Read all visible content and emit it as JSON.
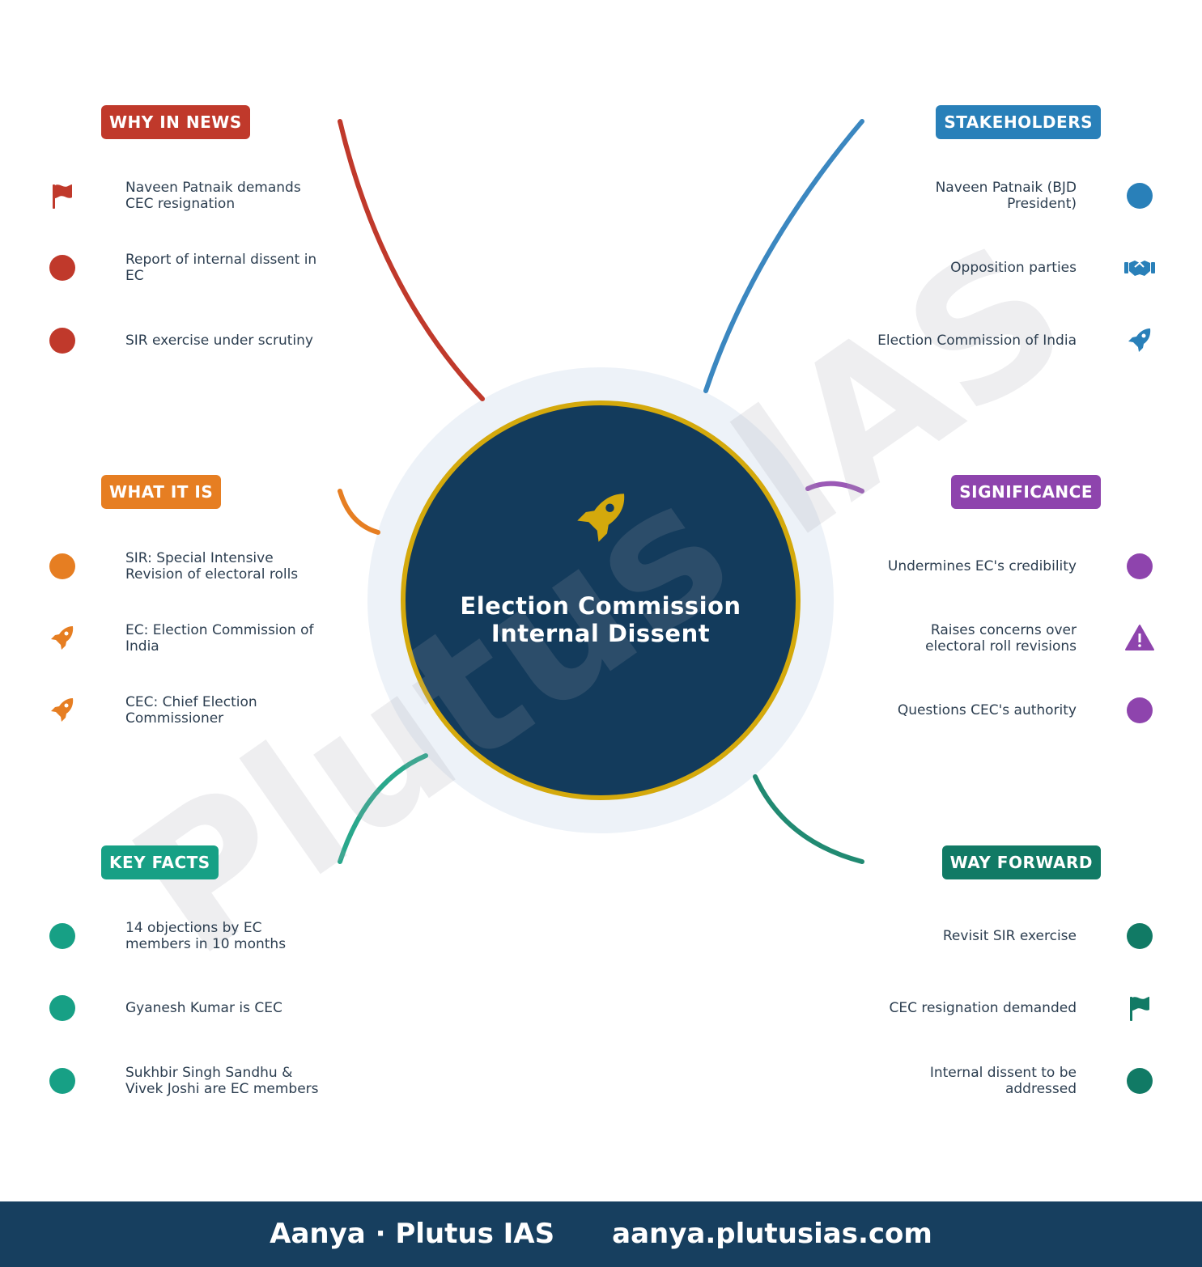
{
  "center": {
    "title": "Election Commission Internal Dissent",
    "icon": "rocket-icon"
  },
  "watermark": "Plutus IAS",
  "footer": {
    "left": "Aanya · Plutus IAS",
    "right": "aanya.plutusias.com"
  },
  "colors": {
    "center_fill": "#133b5c",
    "center_ring": "#d4a90c",
    "halo": "#edf2f8",
    "footer": "#173f5f"
  },
  "branches": [
    {
      "id": "why",
      "label": "WHY IN NEWS",
      "color": "#c0392b",
      "side": "left",
      "items": [
        {
          "text": "Naveen Patnaik demands CEC resignation",
          "icon": "flag-icon"
        },
        {
          "text": "Report of internal dissent in EC",
          "icon": "dot-icon"
        },
        {
          "text": "SIR exercise under scrutiny",
          "icon": "dot-icon"
        }
      ]
    },
    {
      "id": "what",
      "label": "WHAT IT IS",
      "color": "#e67e22",
      "side": "left",
      "items": [
        {
          "text": "SIR: Special Intensive Revision of electoral rolls",
          "icon": "dot-icon"
        },
        {
          "text": "EC: Election Commission of India",
          "icon": "rocket-icon"
        },
        {
          "text": "CEC: Chief Election Commissioner",
          "icon": "rocket-icon"
        }
      ]
    },
    {
      "id": "facts",
      "label": "KEY FACTS",
      "color": "#17a085",
      "side": "left",
      "items": [
        {
          "text": "14 objections by EC members in 10 months",
          "icon": "dot-icon"
        },
        {
          "text": "Gyanesh Kumar is CEC",
          "icon": "dot-icon"
        },
        {
          "text": "Sukhbir Singh Sandhu & Vivek Joshi are EC members",
          "icon": "dot-icon"
        }
      ]
    },
    {
      "id": "stake",
      "label": "STAKEHOLDERS",
      "color": "#2980b9",
      "side": "right",
      "items": [
        {
          "text": "Naveen Patnaik (BJD President)",
          "icon": "dot-icon"
        },
        {
          "text": "Opposition parties",
          "icon": "handshake-icon"
        },
        {
          "text": "Election Commission of India",
          "icon": "rocket-icon"
        }
      ]
    },
    {
      "id": "sig",
      "label": "SIGNIFICANCE",
      "color": "#8e44ad",
      "side": "right",
      "items": [
        {
          "text": "Undermines EC's credibility",
          "icon": "dot-icon"
        },
        {
          "text": "Raises concerns over electoral roll revisions",
          "icon": "warning-icon"
        },
        {
          "text": "Questions CEC's authority",
          "icon": "dot-icon"
        }
      ]
    },
    {
      "id": "way",
      "label": "WAY FORWARD",
      "color": "#117a65",
      "side": "right",
      "items": [
        {
          "text": "Revisit SIR exercise",
          "icon": "dot-icon"
        },
        {
          "text": "CEC resignation demanded",
          "icon": "flag-icon"
        },
        {
          "text": "Internal dissent to be addressed",
          "icon": "dot-icon"
        }
      ]
    }
  ]
}
